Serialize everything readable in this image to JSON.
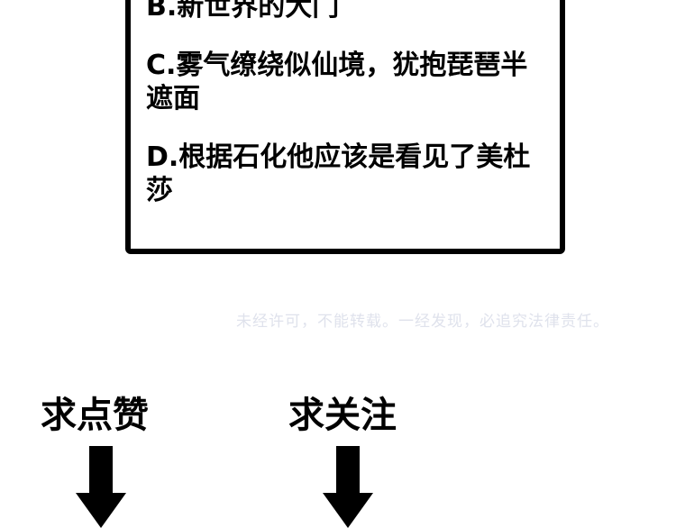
{
  "quiz_box": {
    "options": [
      "B.新世界的大门",
      "C.雾气缭绕似仙境，犹抱琵琶半遮面",
      "D.根据石化他应该是看见了美杜莎"
    ]
  },
  "watermark": "未经许可，不能转载。一经发现，必追究法律责任。",
  "calls_to_action": {
    "like": "求点赞",
    "follow": "求关注"
  },
  "icons": {
    "arrow": "arrow-down-icon"
  }
}
